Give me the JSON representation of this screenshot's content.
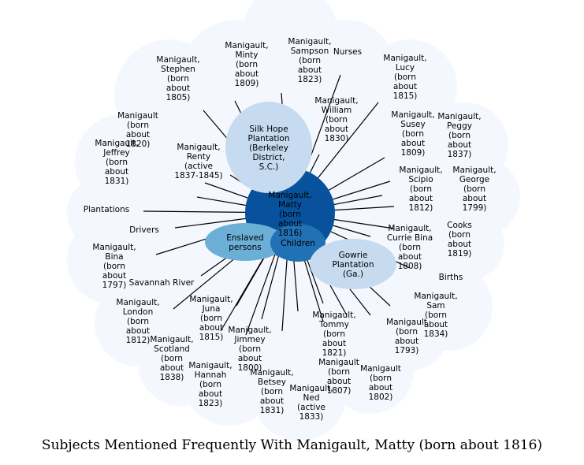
{
  "title": "Subjects Mentioned Frequently With Manigault, Matty (born about 1816)",
  "center": {
    "label": "Manigault, Matty (born about 1816)",
    "color": "#08519c"
  },
  "colors": {
    "halo": "#f4f8fe",
    "leaf": "#f7fbff",
    "hub_light": "#c6dbef",
    "hub_mid": "#6baed6",
    "hub_dark": "#2171b5",
    "edge": "#000000"
  },
  "hubs": [
    {
      "id": "silk-hope",
      "label": "Silk Hope Plantation (Berkeley District, S.C.)"
    },
    {
      "id": "enslaved",
      "label": "Enslaved persons"
    },
    {
      "id": "children",
      "label": "Children"
    },
    {
      "id": "gowrie",
      "label": "Gowrie Plantation (Ga.)"
    }
  ],
  "nodes": [
    {
      "id": "n1",
      "label": "Manigault, Stephen (born about 1805)"
    },
    {
      "id": "n2",
      "label": "Manigault, Minty (born about 1809)"
    },
    {
      "id": "n3",
      "label": "Manigault, Sampson (born about 1823)"
    },
    {
      "id": "n4",
      "label": "Nurses"
    },
    {
      "id": "n5",
      "label": "Manigault, Lucy (born about 1815)"
    },
    {
      "id": "n6",
      "label": "Manigault, William (born about 1830)"
    },
    {
      "id": "n7",
      "label": "Manigault, Susey (born about 1809)"
    },
    {
      "id": "n8",
      "label": "Manigault, Renty (active 1837-1845)"
    },
    {
      "id": "n9",
      "label": "Manigault, Jeffrey (born about 1831)"
    },
    {
      "id": "n10",
      "label": "Manigault, Peggy (born about 1837)"
    },
    {
      "id": "n11",
      "label": "Manigault, Scipio (born about 1812)"
    },
    {
      "id": "n12",
      "label": "Manigault, George (born about 1799)"
    },
    {
      "id": "n13",
      "label": "Plantations"
    },
    {
      "id": "n14",
      "label": "Drivers"
    },
    {
      "id": "n15",
      "label": "Manigault, Currie Bina (born about 1808)"
    },
    {
      "id": "n16",
      "label": "Cooks (born about 1819)"
    },
    {
      "id": "n17",
      "label": "Manigault, Bina (born about 1797)"
    },
    {
      "id": "n18",
      "label": "Births"
    },
    {
      "id": "n19",
      "label": "Savannah River"
    },
    {
      "id": "n20",
      "label": "Manigault, Sam (born about 1834)"
    },
    {
      "id": "n21",
      "label": "Manigault, London (born about 1812)"
    },
    {
      "id": "n22",
      "label": "Manigault, Juna (born about 1815)"
    },
    {
      "id": "n23",
      "label": "Manigault, Tommy (born about 1821)"
    },
    {
      "id": "n24",
      "label": "Manigault (born about 1793)"
    },
    {
      "id": "n25",
      "label": "Manigault, Scotland (born about 1838)"
    },
    {
      "id": "n26",
      "label": "Manigault, Jimmey (born about 1800)"
    },
    {
      "id": "n27",
      "label": "Manigault, Hannah (born about 1823)"
    },
    {
      "id": "n28",
      "label": "Manigault, Betsey (born about 1831)"
    },
    {
      "id": "n29",
      "label": "Manigault (born about 1807)"
    },
    {
      "id": "n30",
      "label": "Manigault (born about 1802)"
    },
    {
      "id": "n31",
      "label": "Manigault, Ned (active 1833)"
    },
    {
      "id": "n32",
      "label": "Manigault (born about 1820)"
    }
  ]
}
